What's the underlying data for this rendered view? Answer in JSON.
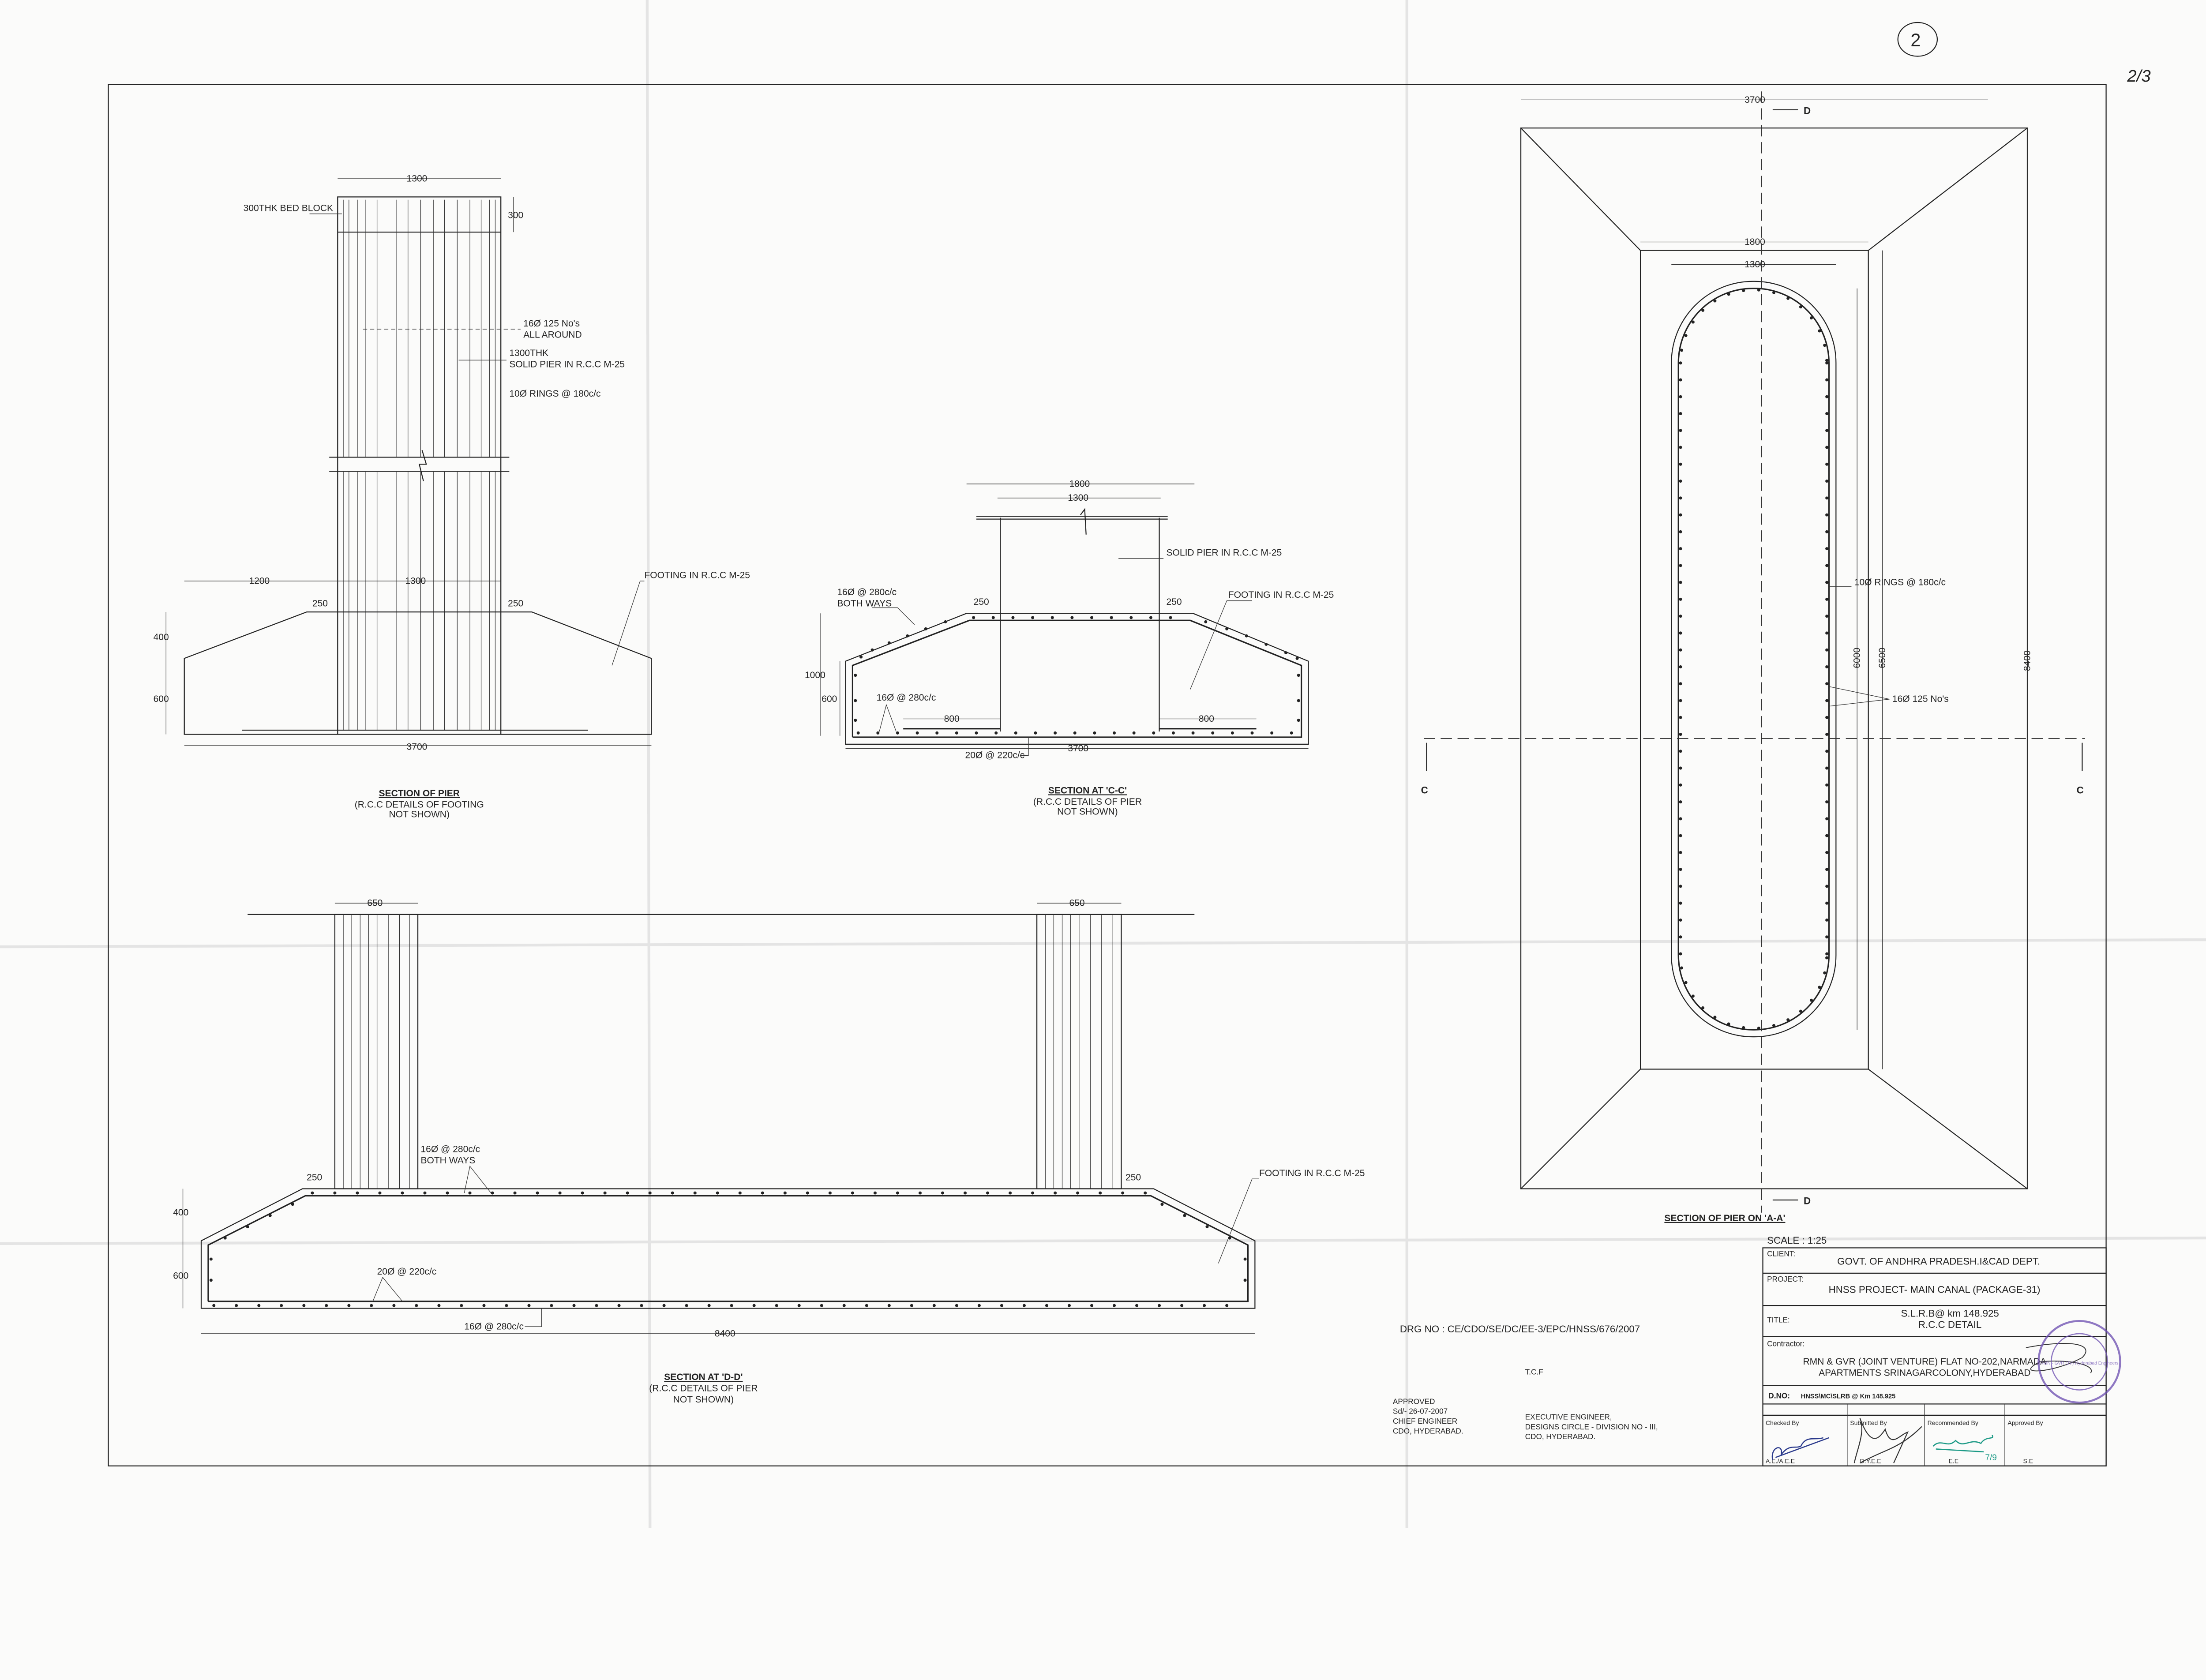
{
  "sheet": {
    "sheet_number": "2/3",
    "circled_mark": "2"
  },
  "section_pier": {
    "title": "SECTION OF PIER",
    "note_line1": "(R.C.C DETAILS OF FOOTING",
    "note_line2": "NOT SHOWN)",
    "dim_top": "1300",
    "bed_block": "300THK BED BLOCK",
    "dim_bed": "300",
    "bars_line1": "16Ø 125 No's",
    "bars_line2": "ALL AROUND",
    "pier_line1": "1300THK",
    "pier_line2": "SOLID PIER IN R.C.C M-25",
    "rings": "10Ø RINGS @ 180c/c",
    "dim_left": "1200",
    "dim_mid": "1300",
    "dim_250_left": "250",
    "dim_250_right": "250",
    "dim_400": "400",
    "dim_600": "600",
    "dim_base": "3700",
    "footing": "FOOTING IN R.C.C M-25"
  },
  "section_cc": {
    "title": "SECTION AT 'C-C'",
    "note_line1": "(R.C.C DETAILS OF PIER",
    "note_line2": "NOT SHOWN)",
    "dim_1800": "1800",
    "dim_1300": "1300",
    "solid_pier": "SOLID PIER IN R.C.C M-25",
    "footing": "FOOTING IN R.C.C M-25",
    "top_bars_line1": "16Ø @ 280c/c",
    "top_bars_line2": "BOTH WAYS",
    "bottom_bars": "16Ø @ 280c/c",
    "dim_250_left": "250",
    "dim_250_right": "250",
    "dim_800_left": "800",
    "dim_800_right": "800",
    "dim_1000": "1000",
    "dim_600": "600",
    "dim_base": "3700",
    "main_bars": "20Ø @ 220c/c"
  },
  "section_dd": {
    "title": "SECTION AT 'D-D'",
    "note_line1": "(R.C.C DETAILS OF PIER",
    "note_line2": "NOT SHOWN)",
    "dim_650_left": "650",
    "dim_650_right": "650",
    "top_bars_line1": "16Ø @ 280c/c",
    "top_bars_line2": "BOTH WAYS",
    "dim_250_left": "250",
    "dim_250_right": "250",
    "footing": "FOOTING IN R.C.C M-25",
    "dim_400": "400",
    "dim_600": "600",
    "main_bars": "20Ø @ 220c/c",
    "bottom_bars": "16Ø @ 280c/c",
    "dim_base": "8400"
  },
  "plan": {
    "title": "SECTION OF PIER ON 'A-A'",
    "dim_3700": "3700",
    "dim_1800": "1800",
    "dim_1300": "1300",
    "dim_6000": "6000",
    "dim_6500": "6500",
    "dim_8400": "8400",
    "rings": "10Ø RINGS @ 180c/c",
    "bars": "16Ø 125 No's",
    "section_d": "D",
    "section_c": "C"
  },
  "drawing_info": {
    "drg_no": "DRG NO : CE/CDO/SE/DC/EE-3/EPC/HNSS/676/2007",
    "tcf": "T.C.F",
    "approved": [
      "APPROVED",
      "Sd/- 26-07-2007",
      "CHIEF ENGINEER",
      "CDO, HYDERABAD."
    ],
    "executive": [
      "EXECUTIVE ENGINEER,",
      "DESIGNS CIRCLE - DIVISION NO - III,",
      "CDO, HYDERABAD."
    ]
  },
  "title_block": {
    "scale": "SCALE : 1:25",
    "client_label": "CLIENT:",
    "client": "GOVT. OF ANDHRA PRADESH.I&CAD DEPT.",
    "project_label": "PROJECT:",
    "project": "HNSS PROJECT- MAIN CANAL (PACKAGE-31)",
    "title_label": "TITLE:",
    "title_line1": "S.L.R.B@ km 148.925",
    "title_line2": "R.C.C DETAIL",
    "contractor_label": "Contractor:",
    "contractor_line1": "RMN & GVR (JOINT VENTURE) FLAT NO-202,NARMADA",
    "contractor_line2": "APARTMENTS SRINAGARCOLONY,HYDERABAD",
    "dno_label": "D.NO:",
    "dno": "HNSS\\MC\\SLRB @ Km 148.925",
    "checked_by": "Checked By",
    "checked_role": "A.E./A.E.E",
    "submitted_by": "Submitted By",
    "submitted_role": "D.Y.E.E",
    "recommended_by": "Recommended By",
    "recommended_role": "E.E",
    "recommended_date": "7/9",
    "approved_by": "Approved By",
    "approved_role": "S.E",
    "stamp_text": "RMN - GVR (JV) Hyderabad Engineers"
  },
  "colors": {
    "ink": "#222222",
    "stamp": "#6a4bb0",
    "signature_blue": "#2b3a8c",
    "signature_green": "#1d9a86"
  }
}
